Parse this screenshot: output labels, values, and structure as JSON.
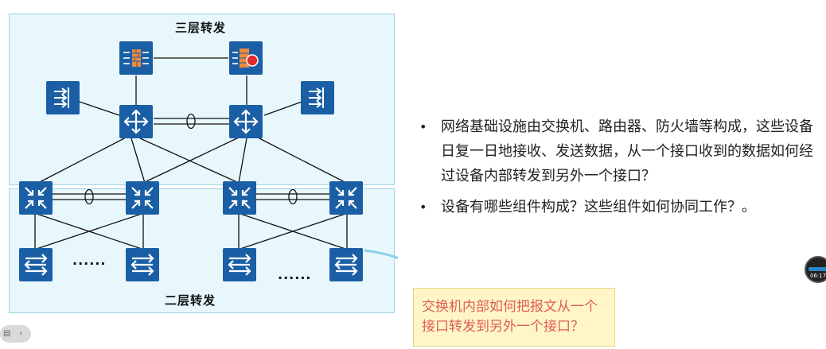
{
  "diagram": {
    "top_zone_label": "三层转发",
    "bottom_zone_label": "二层转发",
    "ellipsis_left": "......",
    "ellipsis_right": "......",
    "device_color": "#1a5fa5",
    "link_color": "#111111",
    "zone_fill": "#e8f7fb"
  },
  "bullets": [
    "网络基础设施由交换机、路由器、防火墙等构成，这些设备日复一日地接收、发送数据，从一个接口收到的数据如何经过设备内部转发到另外一个接口？",
    "设备有哪些组件构成？这些组件如何协同工作？。"
  ],
  "callout": {
    "text": "交换机内部如何把报文从一个接口转发到另外一个接口？",
    "text_color": "#e05a5a"
  },
  "player": {
    "time": "06:17"
  }
}
